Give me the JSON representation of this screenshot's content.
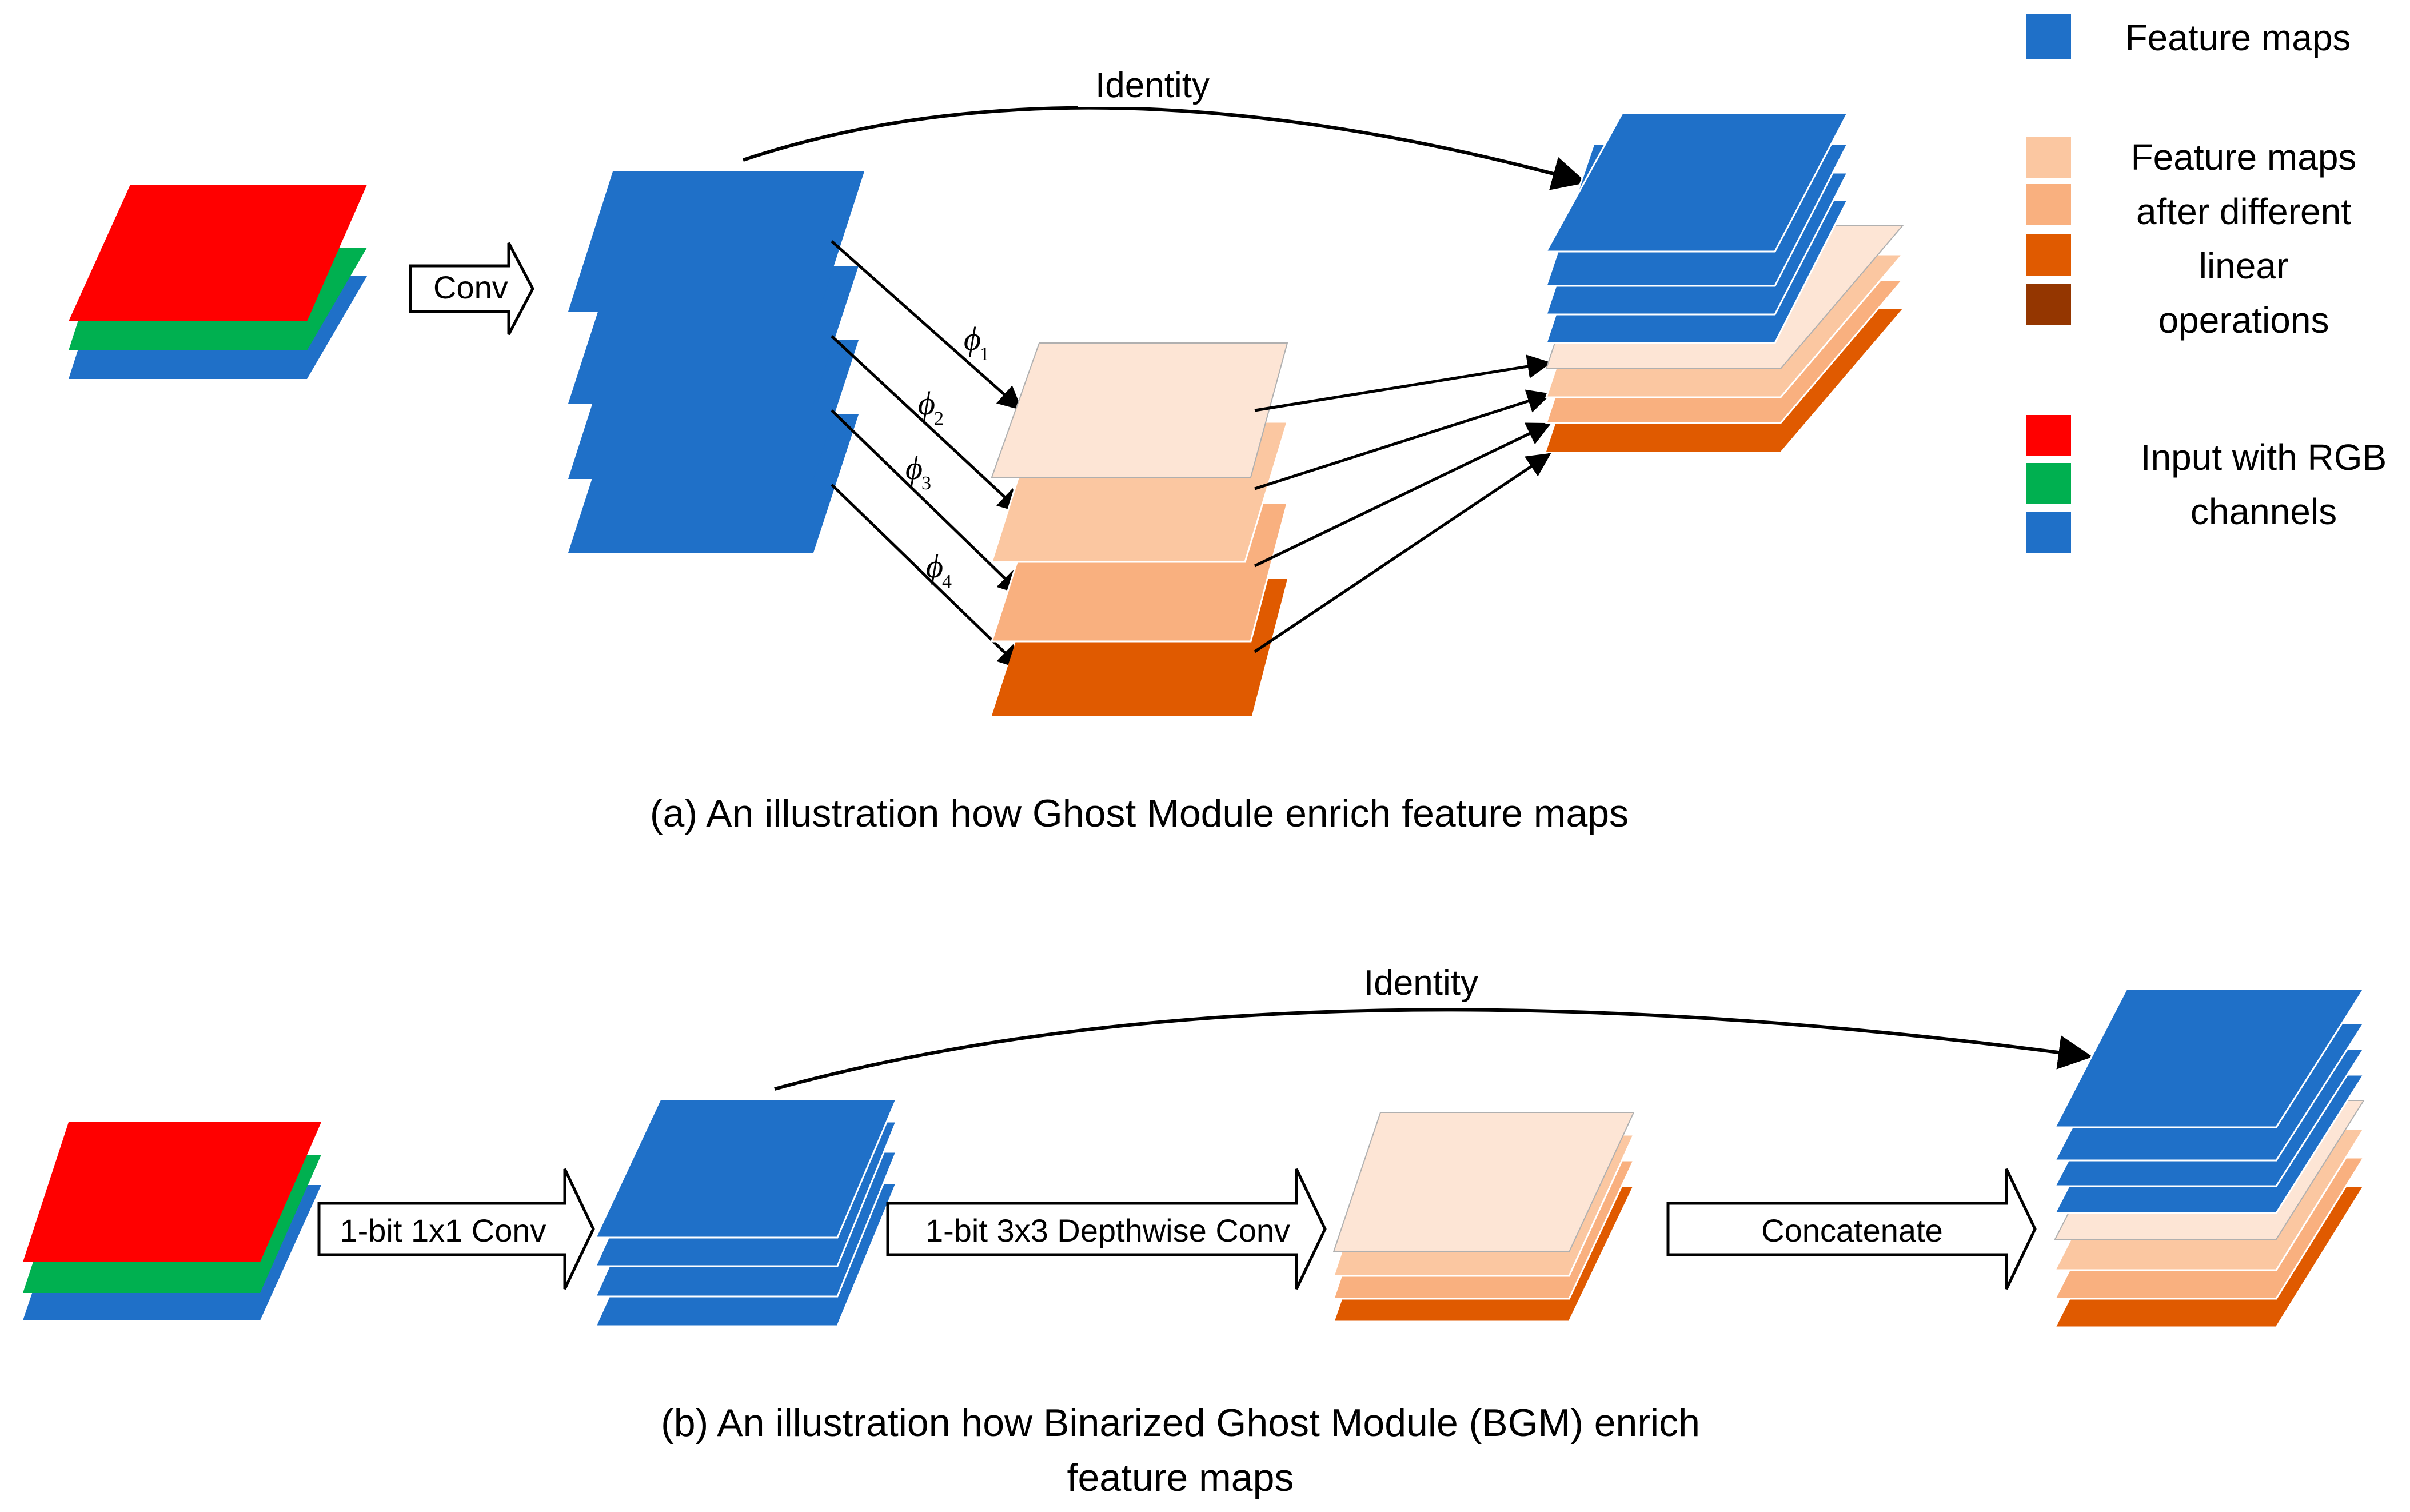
{
  "panel_a": {
    "conv_label": "Conv",
    "identity_label": "Identity",
    "ops": [
      {
        "symbol": "ϕ",
        "sub": "1"
      },
      {
        "symbol": "ϕ",
        "sub": "2"
      },
      {
        "symbol": "ϕ",
        "sub": "3"
      },
      {
        "symbol": "ϕ",
        "sub": "4"
      }
    ],
    "caption": "(a) An illustration how Ghost Module enrich feature maps"
  },
  "panel_b": {
    "identity_label": "Identity",
    "step1_label": "1-bit 1x1 Conv",
    "step2_label": "1-bit 3x3 Depthwise Conv",
    "step3_label": "Concatenate",
    "caption_line1": "(b) An illustration how Binarized Ghost Module (BGM) enrich",
    "caption_line2": "feature maps"
  },
  "legend": {
    "feature_maps": "Feature maps",
    "linear_line1": "Feature maps",
    "linear_line2": "after different",
    "linear_line3": "linear",
    "linear_line4": "operations",
    "rgb_line1": "Input with RGB",
    "rgb_line2": "channels"
  },
  "colors": {
    "blue": "#1f70c8",
    "red": "#ff0000",
    "green": "#00b050",
    "peach1": "#fde5d5",
    "peach2": "#fbc7a1",
    "peach3": "#f9b07f",
    "orange": "#e05a00",
    "brown": "#943600"
  }
}
